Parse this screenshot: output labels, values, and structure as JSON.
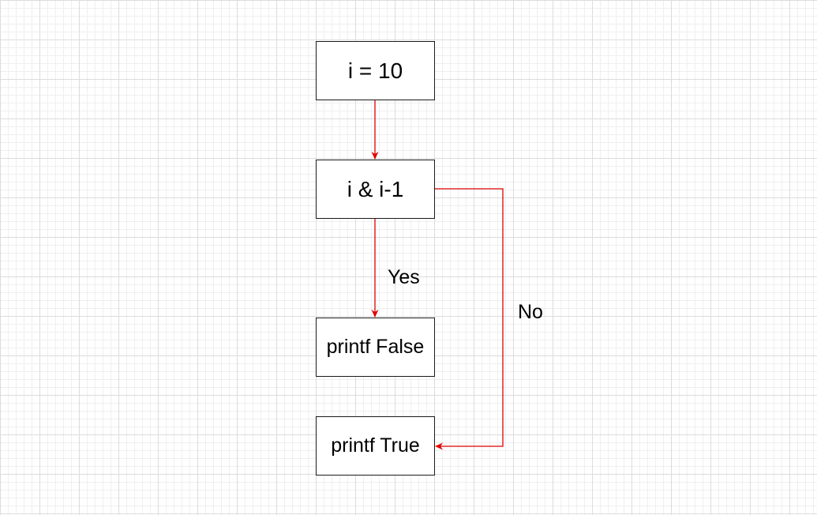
{
  "diagram": {
    "edge_color": "#e00000",
    "nodes": {
      "init": {
        "label": "i = 10"
      },
      "condition": {
        "label": "i & i-1"
      },
      "print_false": {
        "label": "printf False"
      },
      "print_true": {
        "label": "printf True"
      }
    },
    "edges": [
      {
        "from": "init",
        "to": "condition",
        "label": ""
      },
      {
        "from": "condition",
        "to": "print_false",
        "label": "Yes"
      },
      {
        "from": "condition",
        "to": "print_true",
        "label": "No"
      }
    ]
  }
}
